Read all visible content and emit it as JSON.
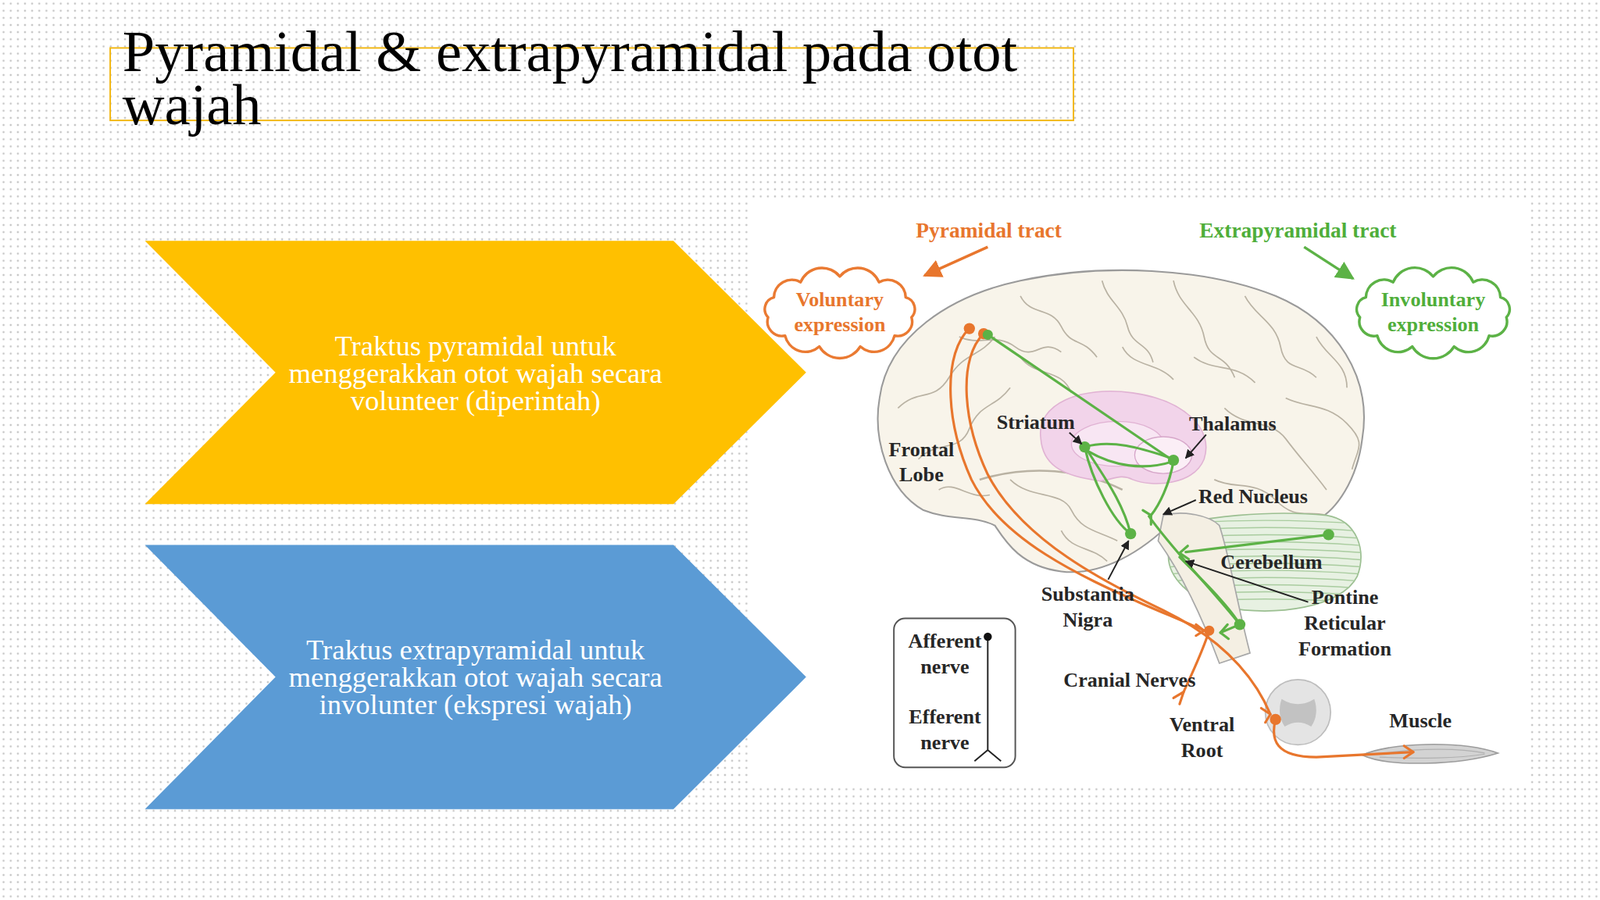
{
  "diagram": {
    "title": "Pyramidal & extrapyramidal pada otot wajah",
    "nodes": [
      {
        "text": [
          "Traktus pyramidal untuk menggerakkan otot wajah secara volunteer (diperintah)"
        ]
      },
      {
        "text": [
          "Traktus extrapyramidal untuk menggerakkan otot wajah secara involunter (ekspresi wajah)"
        ]
      },
      {
        "text": [
          "Voluntary expression"
        ]
      },
      {
        "text": [
          "Involuntary expression"
        ]
      }
    ],
    "labels": [
      "Pyramidal tract",
      "Extrapyramidal tract",
      "Frontal Lobe",
      "Striatum",
      "Thalamus",
      "Red Nucleus",
      "Cerebellum",
      "Substantia Nigra",
      "Pontine Reticular Formation",
      "Cranial Nerves",
      "Ventral Root",
      "Muscle"
    ],
    "legend": [
      {
        "text": "Afferent nerve"
      },
      {
        "text": "Efferent nerve"
      }
    ]
  }
}
